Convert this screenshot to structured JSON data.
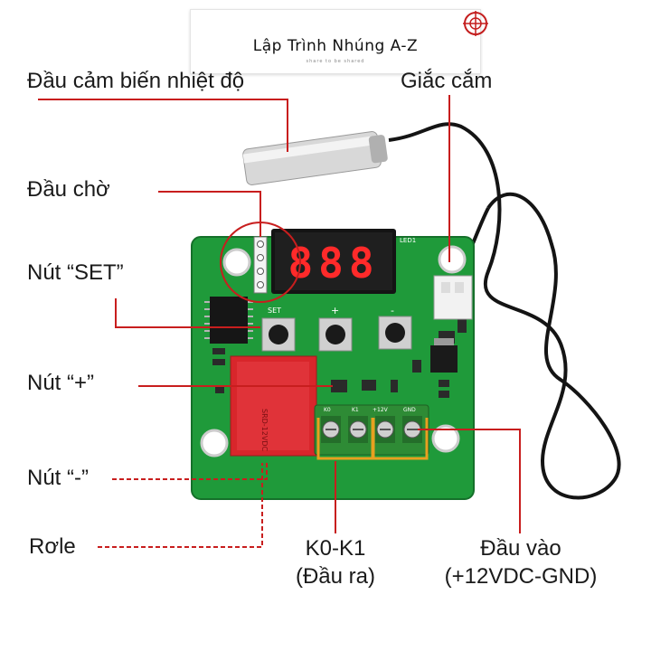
{
  "brand": {
    "name": "Lập Trình Nhúng A-Z",
    "tagline": "share to be shared",
    "accent": "#c41e1e"
  },
  "labels": {
    "sensor_head": "Đầu cảm biến nhiệt độ",
    "standby_head": "Đầu chờ",
    "set_button": "Nút “SET”",
    "plus_button": "Nút “+”",
    "minus_button": "Nút “-”",
    "relay": "Rơle",
    "connector": "Giắc cắm",
    "output_line1": "K0-K1",
    "output_line2": "(Đầu ra)",
    "input_line1": "Đầu vào",
    "input_line2": "(+12VDC-GND)"
  },
  "board": {
    "display_digits": "888",
    "led_label": "LED1",
    "set_silk": "SET",
    "plus_silk": "+",
    "minus_silk": "-",
    "terminal_labels": [
      "K0",
      "K1",
      "+12V",
      "GND"
    ]
  },
  "colors": {
    "pointer": "#c81e1e",
    "board": "#1f9a3a",
    "terminal": "#2e8b35",
    "display_segments": "#ff2a2a",
    "highlight": "#e8a020"
  }
}
